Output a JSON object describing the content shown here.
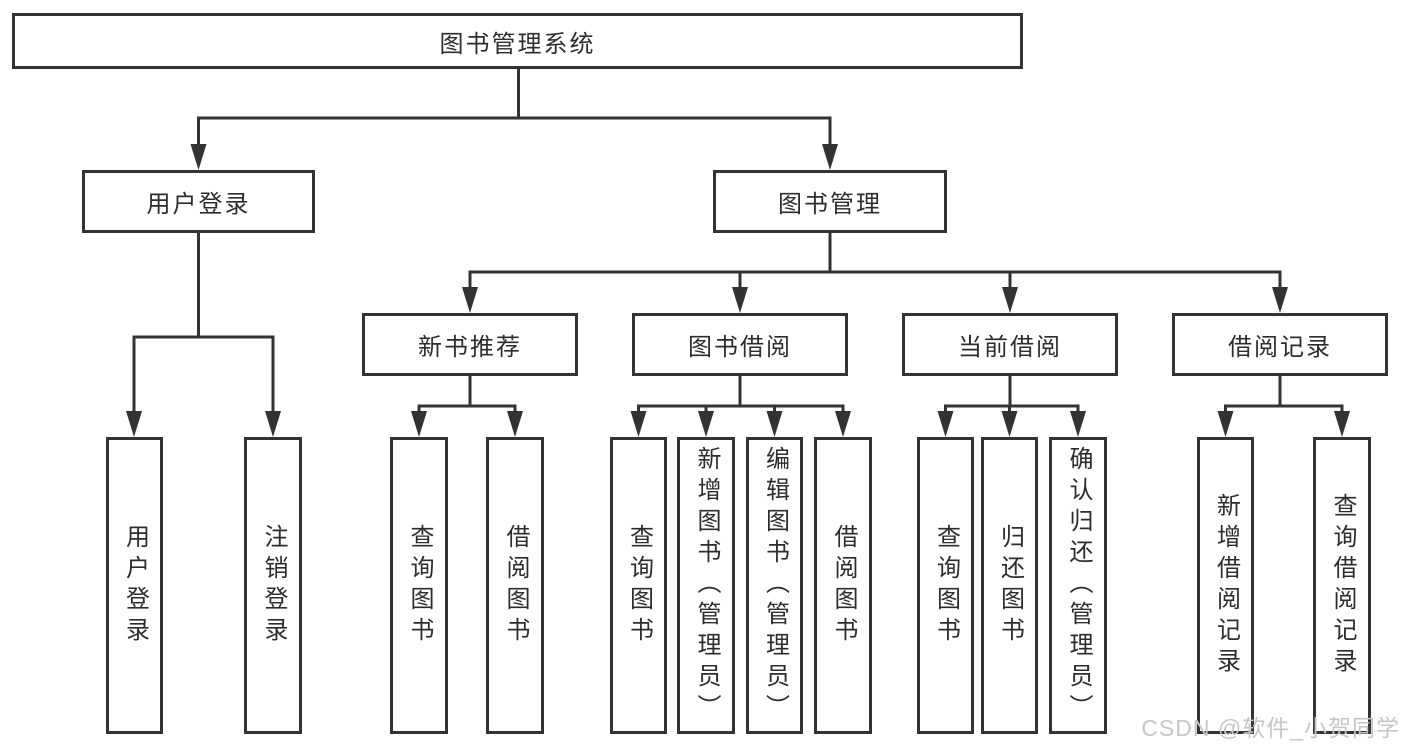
{
  "colors": {
    "line": "#333333",
    "text": "#2d2d2d",
    "bg": "#ffffff",
    "watermark": "#c6c6c6"
  },
  "nodes": [
    {
      "id": "root",
      "label": "图书管理系统"
    },
    {
      "id": "user-login",
      "label": "用户登录"
    },
    {
      "id": "book-management",
      "label": "图书管理"
    },
    {
      "id": "new-book-recommend",
      "label": "新书推荐"
    },
    {
      "id": "book-borrowing",
      "label": "图书借阅"
    },
    {
      "id": "current-borrowing",
      "label": "当前借阅"
    },
    {
      "id": "borrowing-records",
      "label": "借阅记录"
    },
    {
      "id": "leaf-user-login",
      "label": "用户登录"
    },
    {
      "id": "leaf-logout",
      "label": "注销登录"
    },
    {
      "id": "leaf-query-books-1",
      "label": "查询图书"
    },
    {
      "id": "leaf-borrow-books-1",
      "label": "借阅图书"
    },
    {
      "id": "leaf-query-books-2",
      "label": "查询图书"
    },
    {
      "id": "leaf-add-book-admin",
      "label": "新增图书（管理员）"
    },
    {
      "id": "leaf-edit-book-admin",
      "label": "编辑图书（管理员）"
    },
    {
      "id": "leaf-borrow-books-2",
      "label": "借阅图书"
    },
    {
      "id": "leaf-query-books-3",
      "label": "查询图书"
    },
    {
      "id": "leaf-return-book",
      "label": "归还图书"
    },
    {
      "id": "leaf-confirm-return-admin",
      "label": "确认归还（管理员）"
    },
    {
      "id": "leaf-add-borrow-record",
      "label": "新增借阅记录"
    },
    {
      "id": "leaf-query-borrow-record",
      "label": "查询借阅记录"
    }
  ],
  "watermark": {
    "text": "CSDN @软件_小贺同学"
  }
}
